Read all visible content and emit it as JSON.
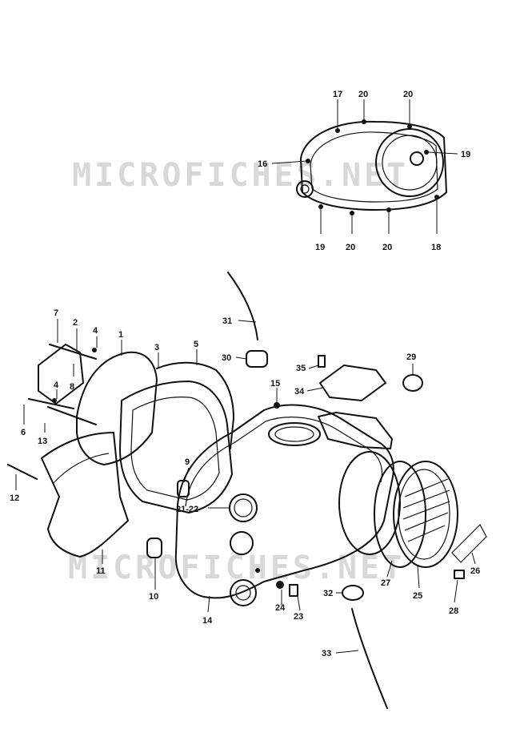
{
  "watermark": "MICROFICHES.NET",
  "callouts": {
    "c1": "1",
    "c2": "2",
    "c3": "3",
    "c4a": "4",
    "c4b": "4",
    "c5": "5",
    "c6": "6",
    "c7": "7",
    "c8": "8",
    "c9": "9",
    "c10": "10",
    "c11": "11",
    "c12": "12",
    "c13": "13",
    "c14": "14",
    "c15": "15",
    "c16": "16",
    "c17": "17",
    "c18": "18",
    "c19a": "19",
    "c19b": "19",
    "c20a": "20",
    "c20b": "20",
    "c20c": "20",
    "c20d": "20",
    "c21": "21-22",
    "c23": "23",
    "c24": "24",
    "c25": "25",
    "c26": "26",
    "c27": "27",
    "c28": "28",
    "c29": "29",
    "c30": "30",
    "c31": "31",
    "c32": "32",
    "c33": "33",
    "c34": "34",
    "c35": "35"
  }
}
